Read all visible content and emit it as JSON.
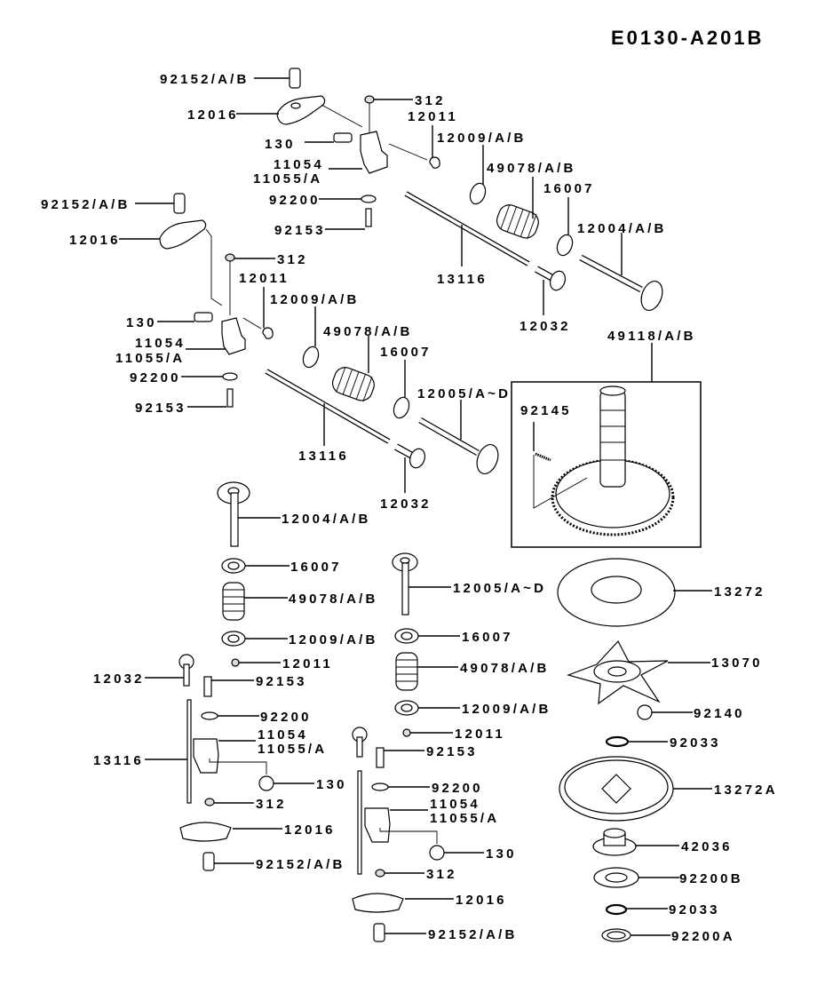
{
  "diagram": {
    "code": "E0130-A201B",
    "inset_label": "49118/A/B",
    "labels": [
      {
        "id": "l1",
        "text": "92152/A/B"
      },
      {
        "id": "l2",
        "text": "12016"
      },
      {
        "id": "l3",
        "text": "312"
      },
      {
        "id": "l4",
        "text": "12011"
      },
      {
        "id": "l5",
        "text": "130"
      },
      {
        "id": "l6",
        "text": "12009/A/B"
      },
      {
        "id": "l7",
        "text": "11054"
      },
      {
        "id": "l8",
        "text": "11055/A"
      },
      {
        "id": "l9",
        "text": "49078/A/B"
      },
      {
        "id": "l10",
        "text": "92200"
      },
      {
        "id": "l11",
        "text": "16007"
      },
      {
        "id": "l12",
        "text": "92153"
      },
      {
        "id": "l13",
        "text": "12004/A/B"
      },
      {
        "id": "l14",
        "text": "13116"
      },
      {
        "id": "l15",
        "text": "12032"
      },
      {
        "id": "l16",
        "text": "92152/A/B"
      },
      {
        "id": "l17",
        "text": "12016"
      },
      {
        "id": "l18",
        "text": "312"
      },
      {
        "id": "l19",
        "text": "12011"
      },
      {
        "id": "l20",
        "text": "12009/A/B"
      },
      {
        "id": "l21",
        "text": "130"
      },
      {
        "id": "l22",
        "text": "49078/A/B"
      },
      {
        "id": "l23",
        "text": "11054"
      },
      {
        "id": "l24",
        "text": "11055/A"
      },
      {
        "id": "l25",
        "text": "16007"
      },
      {
        "id": "l26",
        "text": "12005/A~D"
      },
      {
        "id": "l27",
        "text": "92200"
      },
      {
        "id": "l28",
        "text": "92153"
      },
      {
        "id": "l29",
        "text": "13116"
      },
      {
        "id": "l30",
        "text": "12032"
      },
      {
        "id": "l31",
        "text": "92145"
      },
      {
        "id": "l32",
        "text": "12004/A/B"
      },
      {
        "id": "l33",
        "text": "16007"
      },
      {
        "id": "l34",
        "text": "49078/A/B"
      },
      {
        "id": "l35",
        "text": "12009/A/B"
      },
      {
        "id": "l36",
        "text": "12011"
      },
      {
        "id": "l37",
        "text": "12032"
      },
      {
        "id": "l38",
        "text": "92153"
      },
      {
        "id": "l39",
        "text": "92200"
      },
      {
        "id": "l40",
        "text": "11054"
      },
      {
        "id": "l41",
        "text": "11055/A"
      },
      {
        "id": "l42",
        "text": "13116"
      },
      {
        "id": "l43",
        "text": "130"
      },
      {
        "id": "l44",
        "text": "312"
      },
      {
        "id": "l45",
        "text": "12016"
      },
      {
        "id": "l46",
        "text": "92152/A/B"
      },
      {
        "id": "l47",
        "text": "12005/A~D"
      },
      {
        "id": "l48",
        "text": "16007"
      },
      {
        "id": "l49",
        "text": "49078/A/B"
      },
      {
        "id": "l50",
        "text": "12009/A/B"
      },
      {
        "id": "l51",
        "text": "12011"
      },
      {
        "id": "l52",
        "text": "92153"
      },
      {
        "id": "l53",
        "text": "92200"
      },
      {
        "id": "l54",
        "text": "11054"
      },
      {
        "id": "l55",
        "text": "11055/A"
      },
      {
        "id": "l56",
        "text": "130"
      },
      {
        "id": "l57",
        "text": "312"
      },
      {
        "id": "l58",
        "text": "12016"
      },
      {
        "id": "l59",
        "text": "92152/A/B"
      },
      {
        "id": "l60",
        "text": "13272"
      },
      {
        "id": "l61",
        "text": "13070"
      },
      {
        "id": "l62",
        "text": "92140"
      },
      {
        "id": "l63",
        "text": "92033"
      },
      {
        "id": "l64",
        "text": "13272A"
      },
      {
        "id": "l65",
        "text": "42036"
      },
      {
        "id": "l66",
        "text": "92200B"
      },
      {
        "id": "l67",
        "text": "92033"
      },
      {
        "id": "l68",
        "text": "92200A"
      }
    ]
  }
}
